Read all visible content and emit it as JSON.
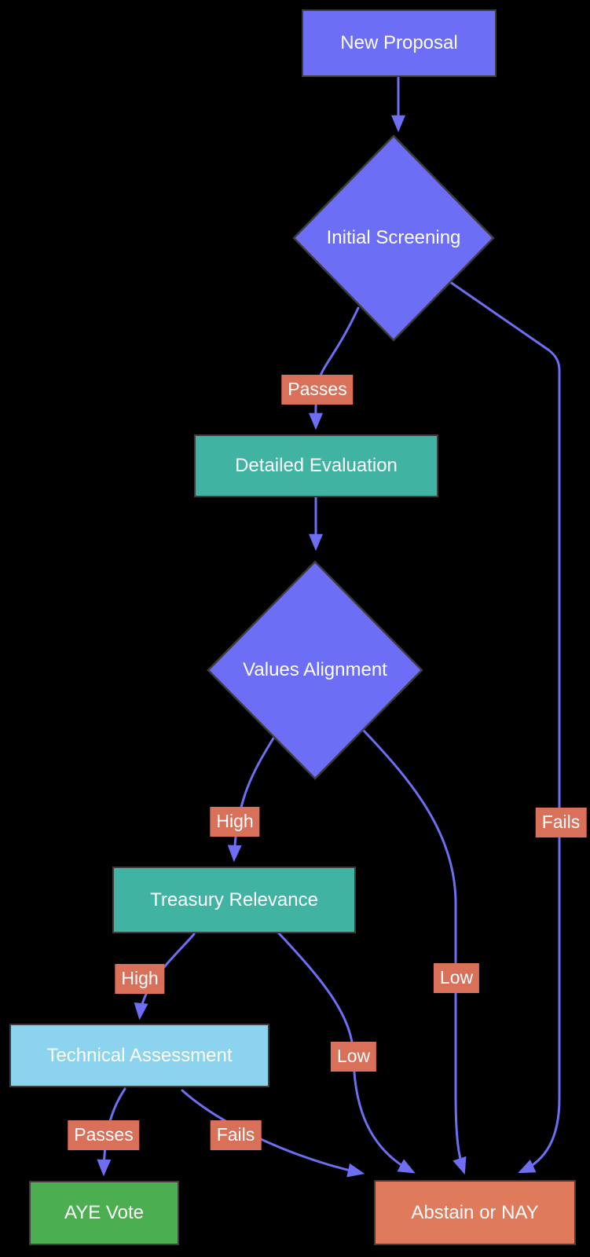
{
  "diagram_type": "flowchart",
  "nodes": {
    "new_proposal": {
      "label": "New Proposal",
      "shape": "rect",
      "color_key": "node-blue"
    },
    "initial_screening": {
      "label": "Initial Screening",
      "shape": "diamond",
      "color_key": "node-blue"
    },
    "detailed_evaluation": {
      "label": "Detailed Evaluation",
      "shape": "rect",
      "color_key": "node-teal"
    },
    "values_alignment": {
      "label": "Values Alignment",
      "shape": "diamond",
      "color_key": "node-blue"
    },
    "treasury_relevance": {
      "label": "Treasury Relevance",
      "shape": "rect",
      "color_key": "node-teal"
    },
    "technical_assessment": {
      "label": "Technical Assessment",
      "shape": "rect",
      "color_key": "node-lightblue"
    },
    "aye_vote": {
      "label": "AYE Vote",
      "shape": "rect",
      "color_key": "node-green"
    },
    "abstain_or_nay": {
      "label": "Abstain or NAY",
      "shape": "rect",
      "color_key": "node-salmon"
    }
  },
  "edges": [
    {
      "from": "New Proposal",
      "to": "Initial Screening",
      "label": ""
    },
    {
      "from": "Initial Screening",
      "to": "Detailed Evaluation",
      "label": "Passes"
    },
    {
      "from": "Initial Screening",
      "to": "Abstain or NAY",
      "label": "Fails"
    },
    {
      "from": "Detailed Evaluation",
      "to": "Values Alignment",
      "label": ""
    },
    {
      "from": "Values Alignment",
      "to": "Treasury Relevance",
      "label": "High"
    },
    {
      "from": "Values Alignment",
      "to": "Abstain or NAY",
      "label": "Low"
    },
    {
      "from": "Treasury Relevance",
      "to": "Technical Assessment",
      "label": "High"
    },
    {
      "from": "Treasury Relevance",
      "to": "Abstain or NAY",
      "label": "Low"
    },
    {
      "from": "Technical Assessment",
      "to": "AYE Vote",
      "label": "Passes"
    },
    {
      "from": "Technical Assessment",
      "to": "Abstain or NAY",
      "label": "Fails"
    }
  ],
  "colors": {
    "background": "#000000",
    "text": "#FFFFFF",
    "edge": "#6E6EF2",
    "node-border": "#3D3D3D",
    "node-blue": "#6C6EF5",
    "node-teal": "#40B3A2",
    "node-lightblue": "#8CD3EF",
    "node-green": "#4BAE50",
    "node-salmon": "#DF7A5B",
    "label-bg": "#D9705A"
  }
}
